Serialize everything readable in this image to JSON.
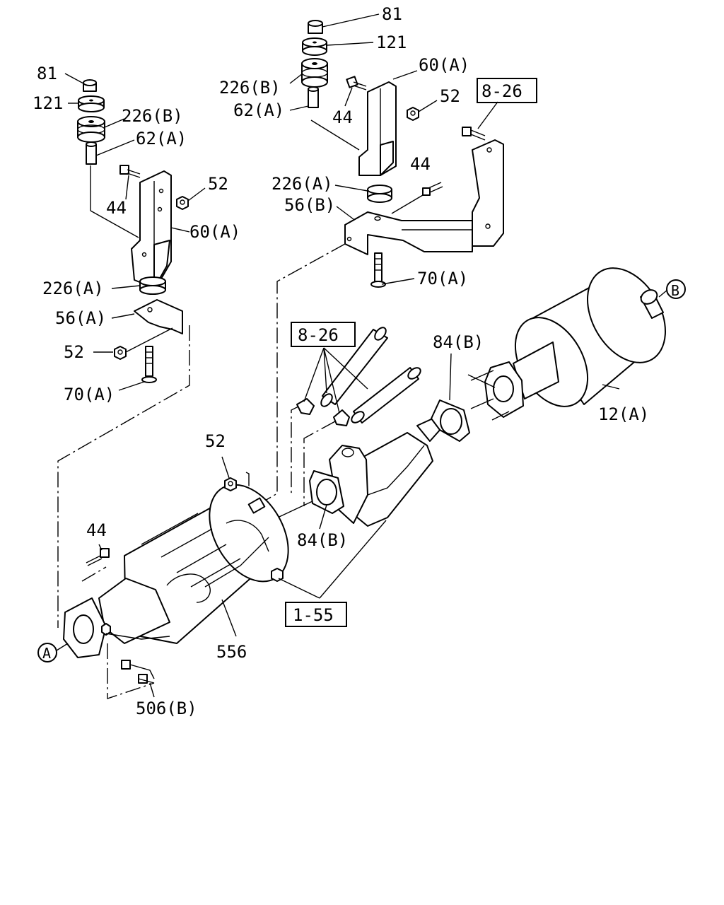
{
  "labels": {
    "top_81": "81",
    "top_121": "121",
    "top_60a": "60(A)",
    "top_226b": "226(B)",
    "top_62a": "62(A)",
    "top_44": "44",
    "top_52": "52",
    "ref_826_top": "8-26",
    "mid_44": "44",
    "mid_226a": "226(A)",
    "mid_56b": "56(B)",
    "mid_70a": "70(A)",
    "left_81": "81",
    "left_121": "121",
    "left_226b": "226(B)",
    "left_62a": "62(A)",
    "left_52": "52",
    "left_44": "44",
    "left_60a": "60(A)",
    "left_226a": "226(A)",
    "left_56a": "56(A)",
    "left_52b": "52",
    "left_70a": "70(A)",
    "ref_826_mid": "8-26",
    "gasket_84b_upper": "84(B)",
    "muffler_12a": "12(A)",
    "circle_b": "B",
    "nut_52": "52",
    "bolt_44": "44",
    "gasket_84b_lower": "84(B)",
    "ref_155": "1-55",
    "dpf_556": "556",
    "circle_a": "A",
    "bolt_506b": "506(B)"
  }
}
